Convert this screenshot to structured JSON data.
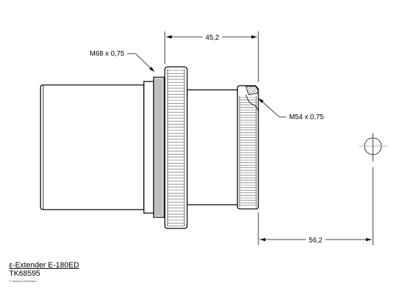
{
  "drawing": {
    "dimensions": {
      "top": "45,2",
      "bottom": "56,2"
    },
    "callouts": {
      "thread_left": "M68 x 0,75",
      "thread_right": "M54 x 0,75"
    },
    "icons": [
      "crosshair-icon"
    ]
  },
  "footer": {
    "product_name": "ε-Extender E-180ED",
    "product_code": "TK68595",
    "copyright": "© Optique Unterlinden"
  }
}
